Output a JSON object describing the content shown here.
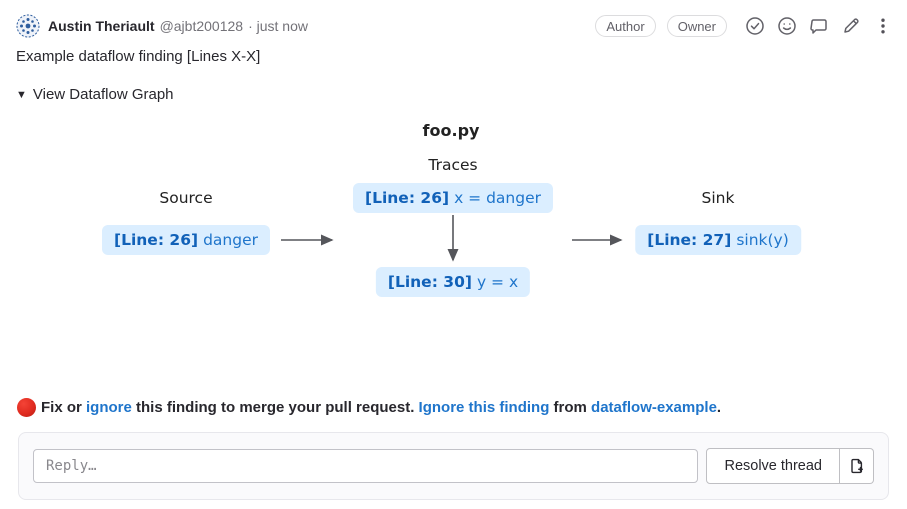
{
  "header": {
    "author_name": "Austin Theriault",
    "handle": "@ajbt200128",
    "timestamp": "· just now",
    "badges": [
      {
        "label": "Author"
      },
      {
        "label": "Owner"
      }
    ],
    "icon_names": [
      "resolve-check-icon",
      "add-reaction-icon",
      "comment-icon",
      "edit-pencil-icon",
      "more-actions-icon"
    ]
  },
  "comment": {
    "body": "Example dataflow finding [Lines X-X]"
  },
  "dataflow": {
    "toggle_arrow": "▼",
    "toggle_label": "View Dataflow Graph",
    "file_title": "foo.py",
    "column_labels": {
      "source": "Source",
      "traces": "Traces",
      "sink": "Sink"
    },
    "nodes": {
      "source": {
        "line": "[Line: 26]",
        "code": "danger"
      },
      "trace_1": {
        "line": "[Line: 26]",
        "code": "x = danger"
      },
      "trace_2": {
        "line": "[Line: 30]",
        "code": "y = x"
      },
      "sink": {
        "line": "[Line: 27]",
        "code": "sink(y)"
      }
    }
  },
  "warning": {
    "emoji": "red-circle",
    "text_1": "Fix or ",
    "link_1": "ignore",
    "text_2": " this finding to merge your pull request. ",
    "link_2": "Ignore this finding",
    "text_3": " from ",
    "link_3": "dataflow-example",
    "text_4": "."
  },
  "reply": {
    "placeholder": "Reply…",
    "resolve_button_label": "Resolve thread"
  },
  "colors": {
    "link_blue": "#1f75cb",
    "node_background": "#dbeeff",
    "node_line_blue": "#1161b8",
    "node_code_blue": "#1f75cb",
    "arrow_gray": "#55565b",
    "icon_gray": "#626168"
  }
}
